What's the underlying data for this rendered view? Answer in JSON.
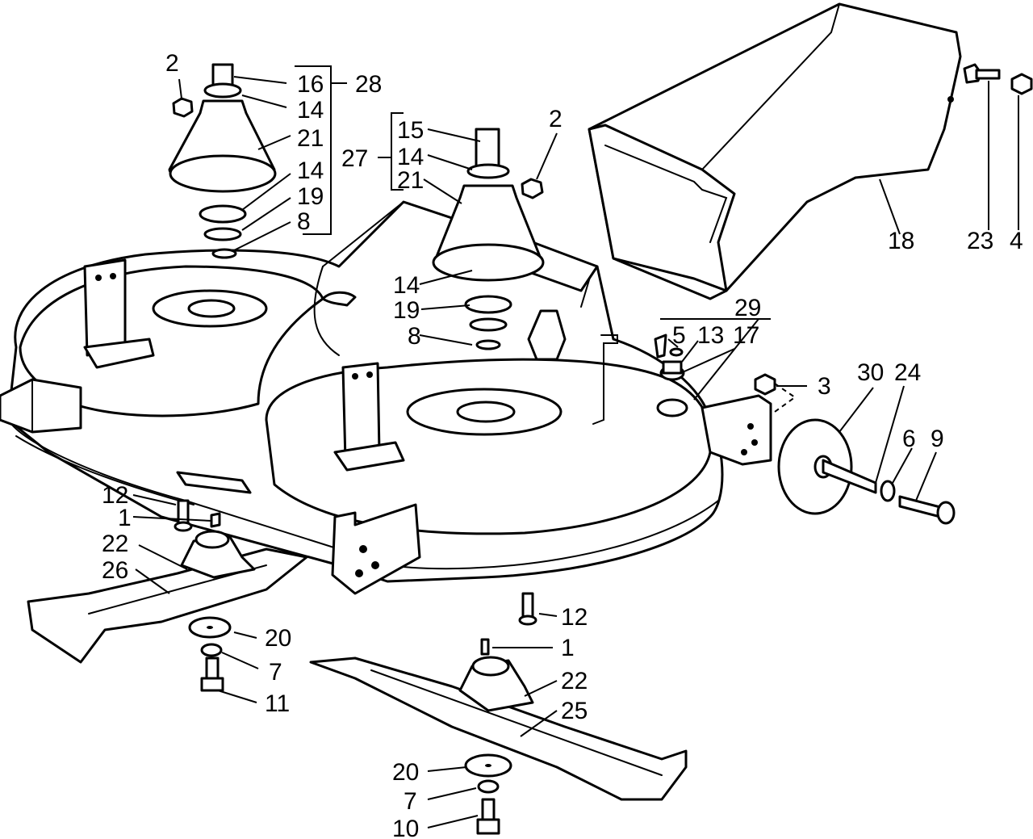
{
  "colors": {
    "line": "#000000",
    "background": "#ffffff"
  },
  "callouts": {
    "c2a": "2",
    "c16": "16",
    "c28": "28",
    "c14a": "14",
    "c21a": "21",
    "c14b": "14",
    "c19a": "19",
    "c8a": "8",
    "c15": "15",
    "c2b": "2",
    "c27": "27",
    "c14c": "14",
    "c21b": "21",
    "c14d": "14",
    "c19b": "19",
    "c8b": "8",
    "c18": "18",
    "c23": "23",
    "c4": "4",
    "c29": "29",
    "c5": "5",
    "c13": "13",
    "c17": "17",
    "c3": "3",
    "c30": "30",
    "c24": "24",
    "c6": "6",
    "c9": "9",
    "c12a": "12",
    "c1a": "1",
    "c22a": "22",
    "c26": "26",
    "c20a": "20",
    "c7a": "7",
    "c11": "11",
    "c12b": "12",
    "c1b": "1",
    "c22b": "22",
    "c25": "25",
    "c20b": "20",
    "c7b": "7",
    "c10": "10"
  }
}
